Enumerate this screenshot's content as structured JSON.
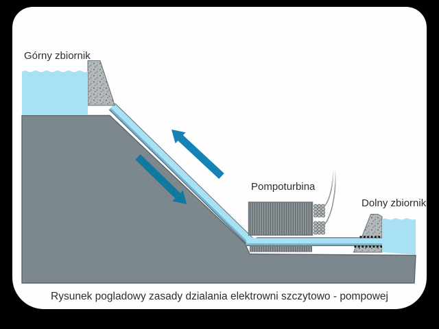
{
  "diagram": {
    "labels": {
      "upper_reservoir": "Górny zbiornik",
      "pump_turbine": "Pompoturbina",
      "lower_reservoir": "Dolny zbiornik"
    },
    "caption": "Rysunek pogladowy zasady dzialania elektrowni szczytowo - pompowej"
  },
  "colors": {
    "page_bg": "#000000",
    "card_bg": "#fefefe",
    "water": "#a9e1f4",
    "water_edge": "#72b4d2",
    "ground": "#7d888e",
    "ground_outline": "#5b656c",
    "structure": "#949b9f",
    "structure_stripe": "#60676b",
    "structure_border": "#6b7478",
    "stone": "#b4b9bb",
    "stone_speckle_dark": "#62686b",
    "stone_speckle_mid": "#8b9194",
    "arrow_up": "#1583b4",
    "arrow_down": "#12789d",
    "wire": "#8f8f8f",
    "dotted": "#151515",
    "text": "#2d2d2d"
  }
}
